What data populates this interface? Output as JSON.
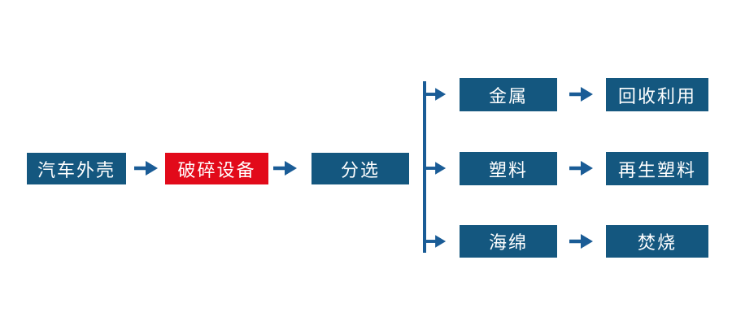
{
  "page": {
    "background": "#FFFFFF",
    "type": "flowchart"
  },
  "colors": {
    "node_blue": "#14577F",
    "node_red": "#E20A1A",
    "connector_blue": "#1A5C96",
    "node_text": "#FFFFFF"
  },
  "icons": {
    "arrow_right": "→"
  },
  "flow": {
    "source": "汽车外壳",
    "crusher": "破碎设备",
    "sorter": "分选",
    "branches": [
      {
        "material": "金属",
        "outcome": "回收利用"
      },
      {
        "material": "塑料",
        "outcome": "再生塑料"
      },
      {
        "material": "海绵",
        "outcome": "焚烧"
      }
    ]
  }
}
